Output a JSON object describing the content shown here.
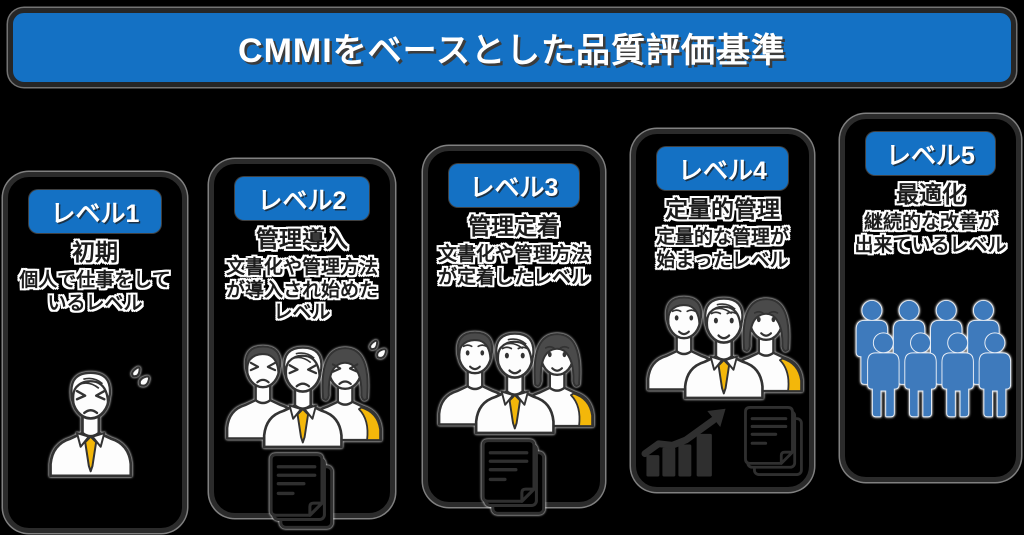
{
  "title": "CMMIをベースとした品質評価基準",
  "colors": {
    "background": "#000000",
    "accent_blue": "#1471c4",
    "border_dark": "#2b2b2b",
    "tie_yellow": "#f3b70a",
    "crowd_blue": "#3e7abc",
    "text_dark": "#1c1c1c",
    "text_white": "#ffffff"
  },
  "levels": [
    {
      "badge": "レベル1",
      "heading": "初期",
      "description": "個人で仕事をして\nいるレベル",
      "icons": [
        "stressed-worker-illustration",
        "sweat-drops-icon"
      ]
    },
    {
      "badge": "レベル2",
      "heading": "管理導入",
      "description": "文書化や管理方法\nが導入され始めた\nレベル",
      "icons": [
        "worried-team-illustration",
        "sweat-drops-icon",
        "document-stack-icon"
      ]
    },
    {
      "badge": "レベル3",
      "heading": "管理定着",
      "description": "文書化や管理方法\nが定着したレベル",
      "icons": [
        "team-illustration",
        "document-stack-icon"
      ]
    },
    {
      "badge": "レベル4",
      "heading": "定量的管理",
      "description": "定量的な管理が\n始まったレベル",
      "icons": [
        "team-illustration",
        "growth-bar-chart-icon",
        "document-stack-icon"
      ]
    },
    {
      "badge": "レベル5",
      "heading": "最適化",
      "description": "継続的な改善が\n出来ているレベル",
      "icons": [
        "blue-crowd-illustration"
      ]
    }
  ]
}
